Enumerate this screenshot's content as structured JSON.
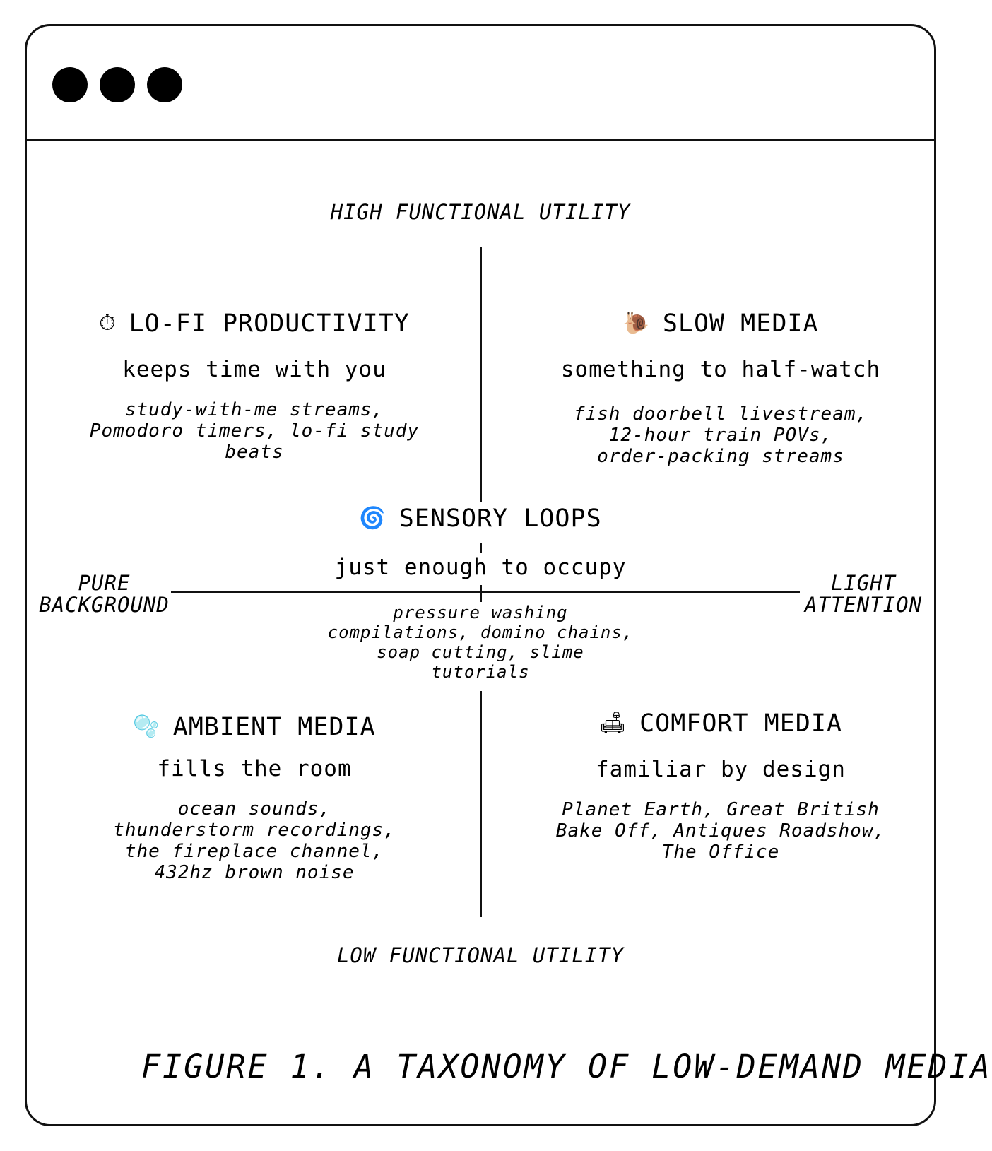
{
  "window": {
    "controls": [
      "window-dot",
      "window-dot",
      "window-dot"
    ]
  },
  "axes": {
    "top": "HIGH FUNCTIONAL UTILITY",
    "bottom": "LOW FUNCTIONAL UTILITY",
    "left_line1": "PURE",
    "left_line2": "BACKGROUND",
    "right_line1": "LIGHT",
    "right_line2": "ATTENTION"
  },
  "quadrants": {
    "top_left": {
      "icon": "stopwatch-icon",
      "glyph": "⏱",
      "title": "LO-FI PRODUCTIVITY",
      "subtitle": "keeps time with you",
      "examples": "study-with-me streams, Pomodoro timers, lo-fi study beats"
    },
    "top_right": {
      "icon": "snail-icon",
      "glyph": "🐌",
      "title": "SLOW MEDIA",
      "subtitle": "something to half-watch",
      "examples": "fish doorbell livestream, 12-hour train POVs, order-packing streams"
    },
    "center": {
      "icon": "cyclone-icon",
      "glyph": "🌀",
      "title": "SENSORY LOOPS",
      "subtitle": "just enough to occupy",
      "examples": "pressure washing compilations, domino chains, soap cutting, slime tutorials"
    },
    "bottom_left": {
      "icon": "bubbles-icon",
      "glyph": "🫧",
      "title": "AMBIENT MEDIA",
      "subtitle": "fills the room",
      "examples": "ocean sounds, thunderstorm recordings, the fireplace channel, 432hz brown noise"
    },
    "bottom_right": {
      "icon": "couch-lamp-icon",
      "glyph": "🛋",
      "title": "COMFORT MEDIA",
      "subtitle": "familiar by design",
      "examples": "Planet Earth, Great British Bake Off, Antiques Roadshow, The Office"
    }
  },
  "caption": "FIGURE 1. A TAXONOMY OF LOW-DEMAND MEDIA"
}
